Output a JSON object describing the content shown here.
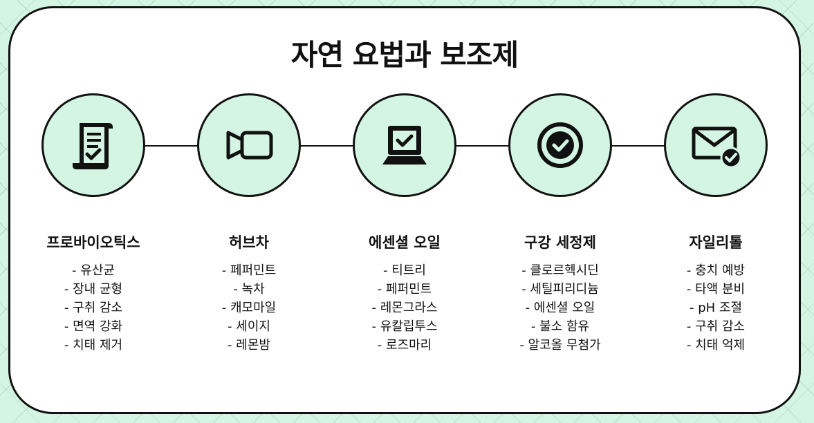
{
  "title": "자연 요법과 보조제",
  "steps": [
    {
      "icon": "document-check-icon",
      "label": "프로바이오틱스",
      "items": [
        "- 유산균",
        "- 장내 균형",
        "- 구취 감소",
        "- 면역 강화",
        "- 치태 제거"
      ]
    },
    {
      "icon": "video-camera-icon",
      "label": "허브차",
      "items": [
        "- 페퍼민트",
        "- 녹차",
        "- 캐모마일",
        "- 세이지",
        "- 레몬밤"
      ]
    },
    {
      "icon": "laptop-check-icon",
      "label": "에센셜 오일",
      "items": [
        "- 티트리",
        "- 페퍼민트",
        "- 레몬그라스",
        "- 유칼립투스",
        "- 로즈마리"
      ]
    },
    {
      "icon": "check-circle-icon",
      "label": "구강 세정제",
      "items": [
        "- 클로르헥시딘",
        "- 세틸피리디늄",
        "- 에센셜 오일",
        "- 불소 함유",
        "- 알코올 무첨가"
      ]
    },
    {
      "icon": "mail-check-icon",
      "label": "자일리톨",
      "items": [
        "- 충치 예방",
        "- 타액 분비",
        "- pH 조절",
        "- 구취 감소",
        "- 치태 억제"
      ]
    }
  ],
  "colors": {
    "accent": "#d4f5e3",
    "ink": "#111111",
    "card": "#ffffff"
  }
}
